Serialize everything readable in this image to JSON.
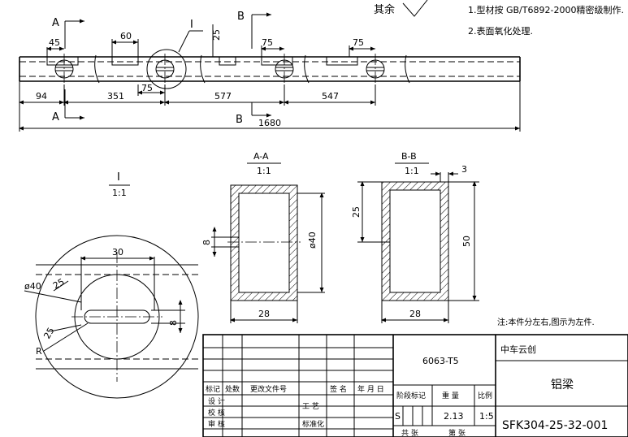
{
  "notes": {
    "roughness_label": "其余",
    "note1": "1.型材按 GB/T6892-2000精密级制作.",
    "note2": "2.表面氧化处理."
  },
  "main_view": {
    "section_a": "A",
    "section_b": "B",
    "detail_label": "I",
    "dims": {
      "d45": "45",
      "d60": "60",
      "d25": "25",
      "d75a": "75",
      "d75b": "75",
      "d75c": "75",
      "d94": "94",
      "d351": "351",
      "d577": "577",
      "d547": "547",
      "d1680": "1680"
    }
  },
  "detail_view": {
    "label": "I",
    "scale": "1:1",
    "dims": {
      "d30": "30",
      "phi40": "ø40",
      "r25": "25",
      "r25b": "25",
      "r": "R",
      "d8": "8"
    }
  },
  "section_aa": {
    "label": "A-A",
    "scale": "1:1",
    "dims": {
      "d8": "8",
      "phi40": "ø40",
      "d28": "28"
    }
  },
  "section_bb": {
    "label": "B-B",
    "scale": "1:1",
    "dims": {
      "d3": "3",
      "d25": "25",
      "d50": "50",
      "d28": "28"
    }
  },
  "side_note": "注:本件分左右,图示为左件.",
  "title_block": {
    "material": "6063-T5",
    "company": "中车云创",
    "part_name": "铝梁",
    "drawing_no": "SFK304-25-32-001",
    "col_headers": [
      "标记",
      "处数",
      "更改文件号",
      "签 名",
      "年 月 日"
    ],
    "rows_left": [
      "设 计",
      "校 核",
      "审 核",
      "工 艺",
      "标准化"
    ],
    "stage_header": "阶段标记",
    "weight_header": "重 量",
    "scale_header": "比例",
    "stage_value": "S",
    "weight_value": "2.13",
    "scale_value": "1:5",
    "bottom_cells": [
      "共 张",
      "第 张"
    ]
  },
  "colors": {
    "line": "#000000",
    "background": "#ffffff"
  }
}
